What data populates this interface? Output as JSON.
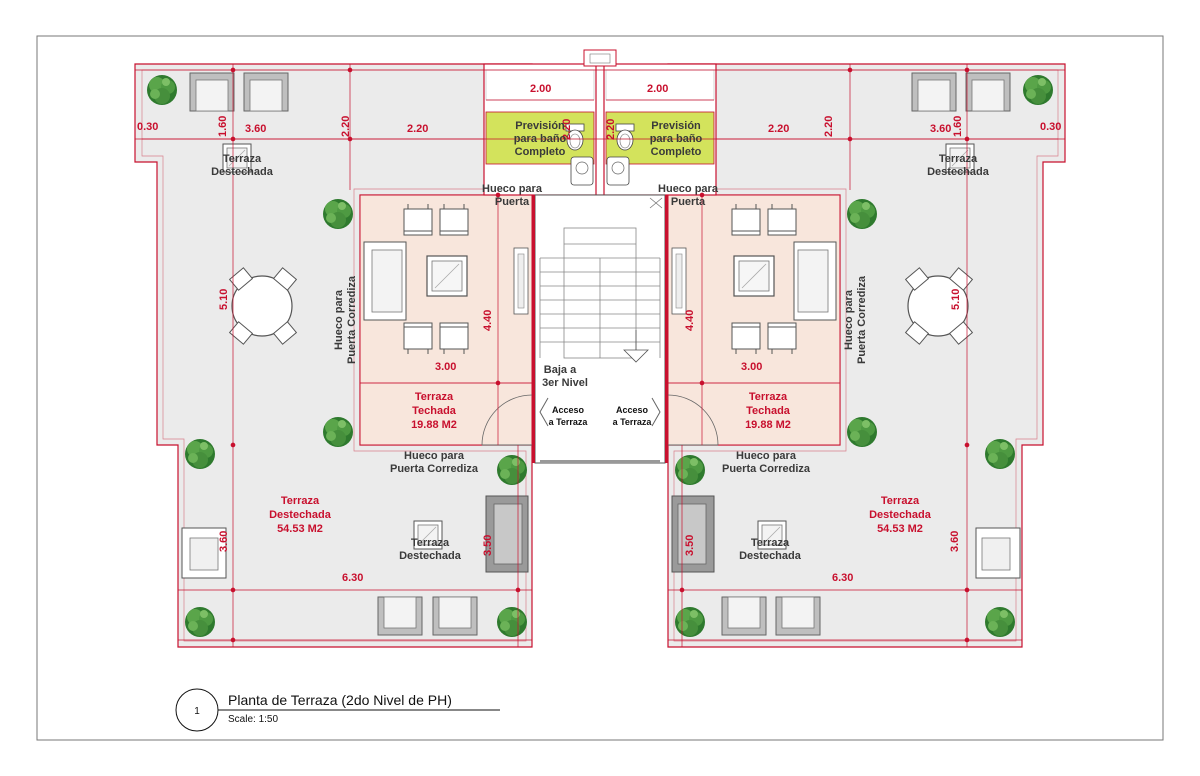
{
  "colors": {
    "terrace": "#ebebeb",
    "covered": "#f8e6dc",
    "bath": "#d3e35c",
    "wall": "#c8102e",
    "furniture": "#9a9a9a",
    "plant": "#3d8a3a"
  },
  "dims": {
    "d030": "0.30",
    "d160": "1.60",
    "d360": "3.60",
    "d220": "2.20",
    "d200": "2.00",
    "d510": "5.10",
    "d440": "4.40",
    "d300": "3.00",
    "d350": "3.50",
    "d630": "6.30"
  },
  "labels": {
    "terraza": "Terraza",
    "destechada": "Destechada",
    "techada": "Techada",
    "area_techada": "19.88 M2",
    "area_destechada": "54.53 M2",
    "prevision_1": "Previsión",
    "prevision_2": "para baño",
    "prevision_3": "Completo",
    "hueco_para": "Hueco para",
    "puerta": "Puerta",
    "puerta_corrediza": "Puerta Corrediza",
    "baja_1": "Baja a",
    "baja_2": "3er Nivel",
    "acceso_1": "Acceso",
    "acceso_2": "a Terraza"
  },
  "titleblock": {
    "number": "1",
    "title": "Planta de Terraza (2do Nivel de PH)",
    "scale": "Scale: 1:50"
  }
}
